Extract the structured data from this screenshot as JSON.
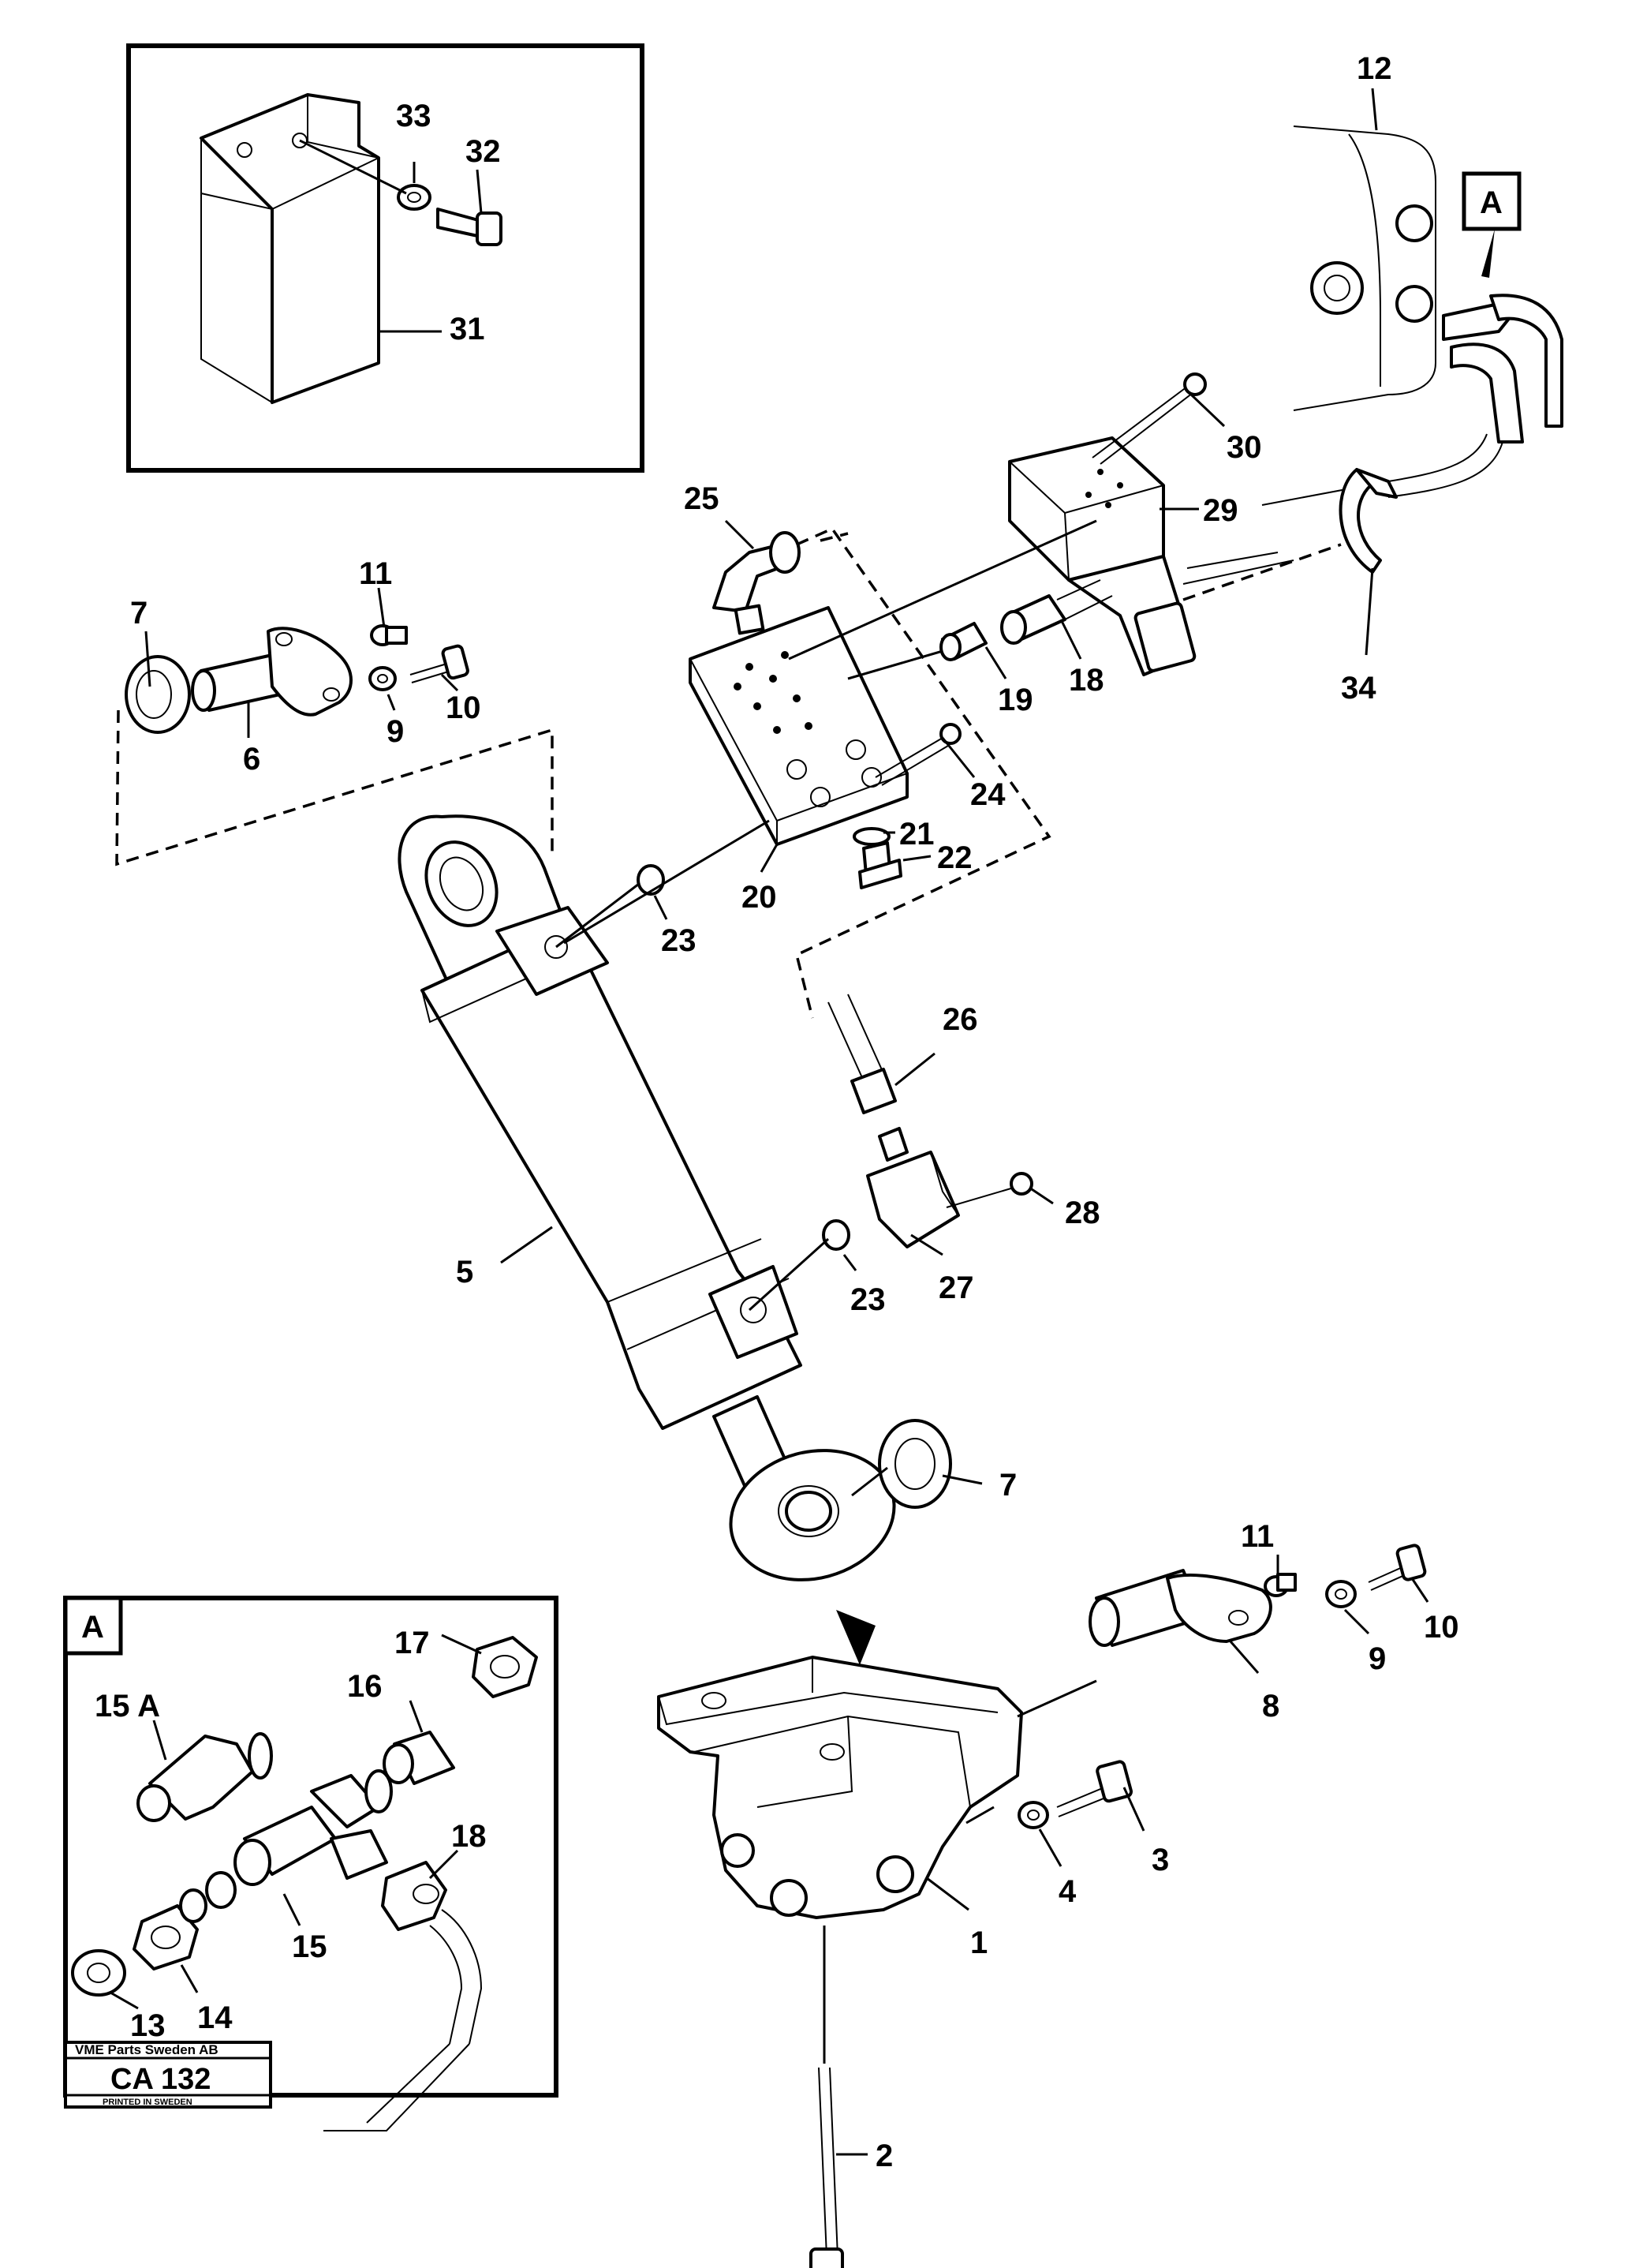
{
  "callouts": {
    "c1": "1",
    "c2": "2",
    "c3": "3",
    "c4": "4",
    "c5": "5",
    "c6": "6",
    "c7a": "7",
    "c7b": "7",
    "c8": "8",
    "c9a": "9",
    "c9b": "9",
    "c10a": "10",
    "c10b": "10",
    "c11a": "11",
    "c11b": "11",
    "c12": "12",
    "c13": "13",
    "c14": "14",
    "c15": "15",
    "c15a": "15 A",
    "c16": "16",
    "c17": "17",
    "c18a": "18",
    "c18b": "18",
    "c19": "19",
    "c20": "20",
    "c21": "21",
    "c22": "22",
    "c23a": "23",
    "c23b": "23",
    "c24": "24",
    "c25": "25",
    "c26": "26",
    "c27": "27",
    "c28": "28",
    "c29": "29",
    "c30": "30",
    "c31": "31",
    "c32": "32",
    "c33": "33",
    "c34": "34"
  },
  "detail_marks": {
    "top": "A",
    "inset": "A"
  },
  "title_block": {
    "company": "VME Parts Sweden AB",
    "code": "CA 132",
    "printed": "PRINTED IN SWEDEN"
  }
}
